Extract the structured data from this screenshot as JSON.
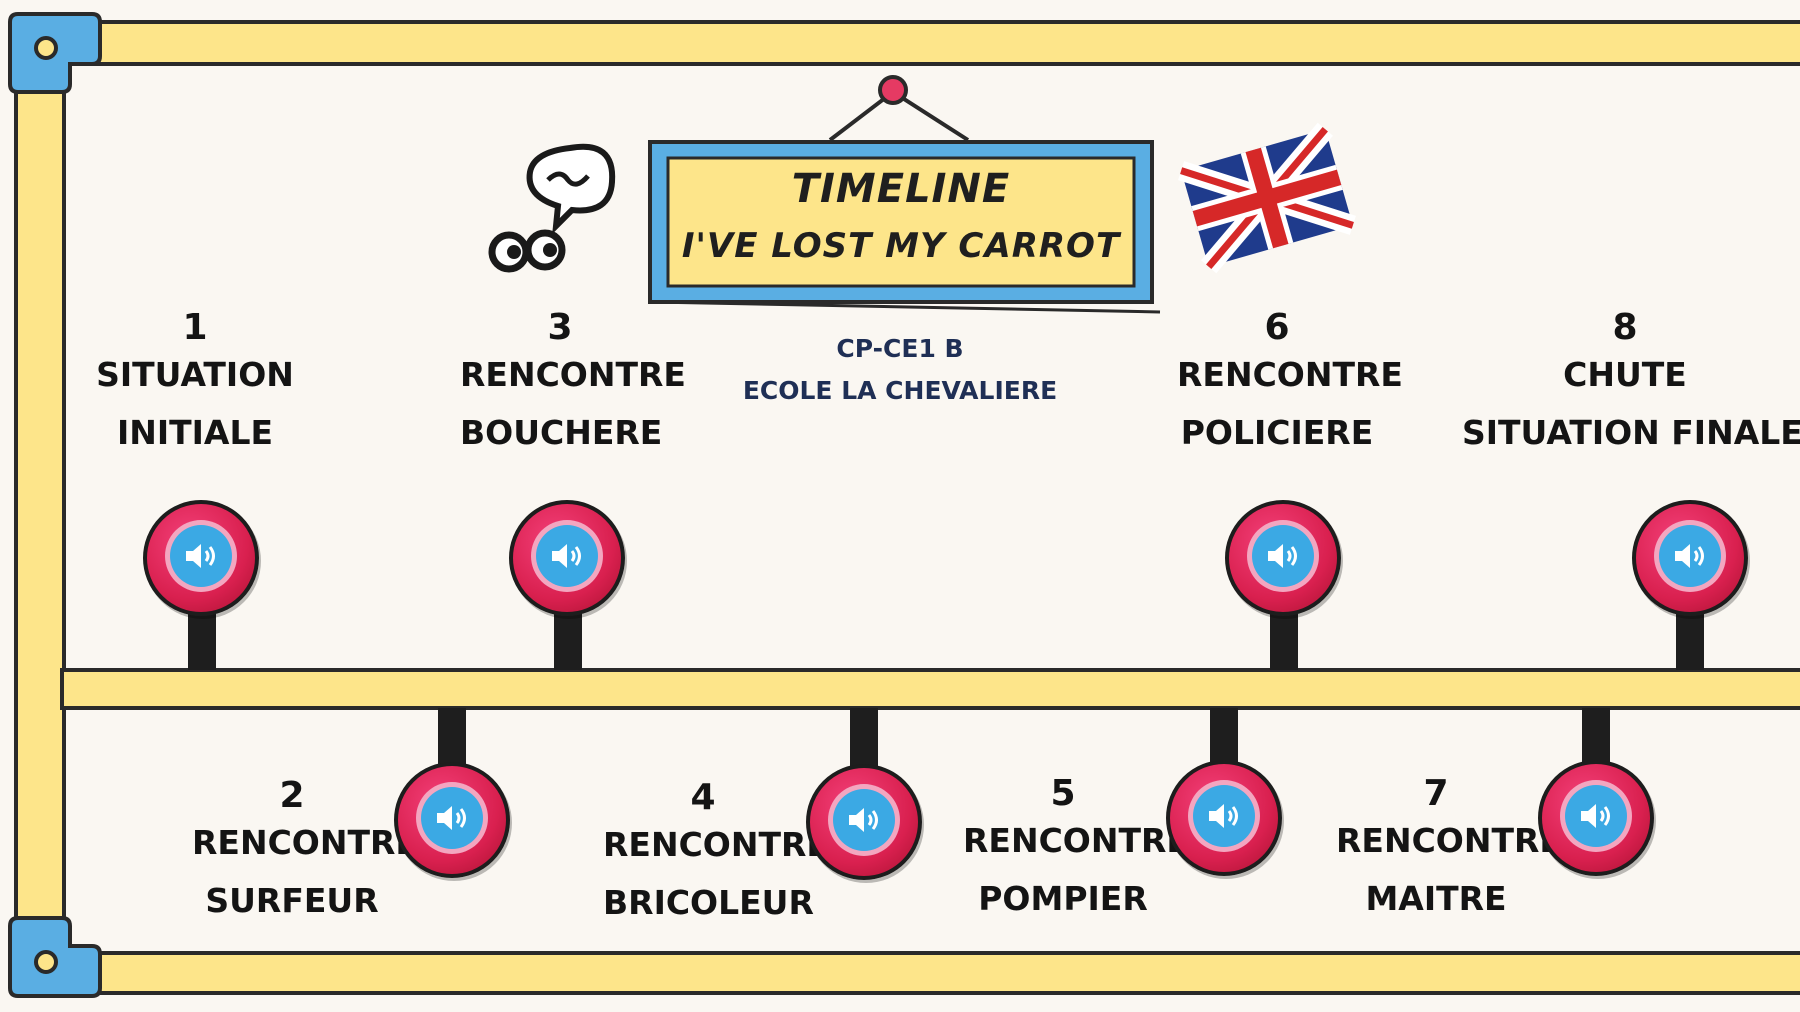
{
  "title": {
    "line1": "TIMELINE",
    "line2": "I'VE LOST MY CARROT"
  },
  "subtitle": {
    "line1": "CP-CE1 B",
    "line2": "ECOLE LA CHEVALIERE"
  },
  "icons": {
    "speech": "speech-bubble-eyes-icon",
    "flag": "uk-flag-icon",
    "audio": "speaker-icon"
  },
  "colors": {
    "frame": "#fde58a",
    "corner": "#5aaee3",
    "title_border": "#5aaee3",
    "title_fill": "#fde58a",
    "button_outer": "#d9204f",
    "button_inner": "#3ba9e4",
    "subtitle_text": "#1f2f55"
  },
  "top_events": [
    {
      "number": "1",
      "line1": "SITUATION",
      "line2": "INITIALE"
    },
    {
      "number": "3",
      "line1": "RENCONTRE",
      "line2": "BOUCHERE"
    },
    {
      "number": "6",
      "line1": "RENCONTRE",
      "line2": "POLICIERE"
    },
    {
      "number": "8",
      "line1": "CHUTE",
      "line2": "SITUATION FINALE"
    }
  ],
  "bottom_events": [
    {
      "number": "2",
      "line1": "RENCONTRE",
      "line2": "SURFEUR"
    },
    {
      "number": "4",
      "line1": "RENCONTRE",
      "line2": "BRICOLEUR"
    },
    {
      "number": "5",
      "line1": "RENCONTRE",
      "line2": "POMPIER"
    },
    {
      "number": "7",
      "line1": "RENCONTRE",
      "line2": "MAITRE"
    }
  ]
}
